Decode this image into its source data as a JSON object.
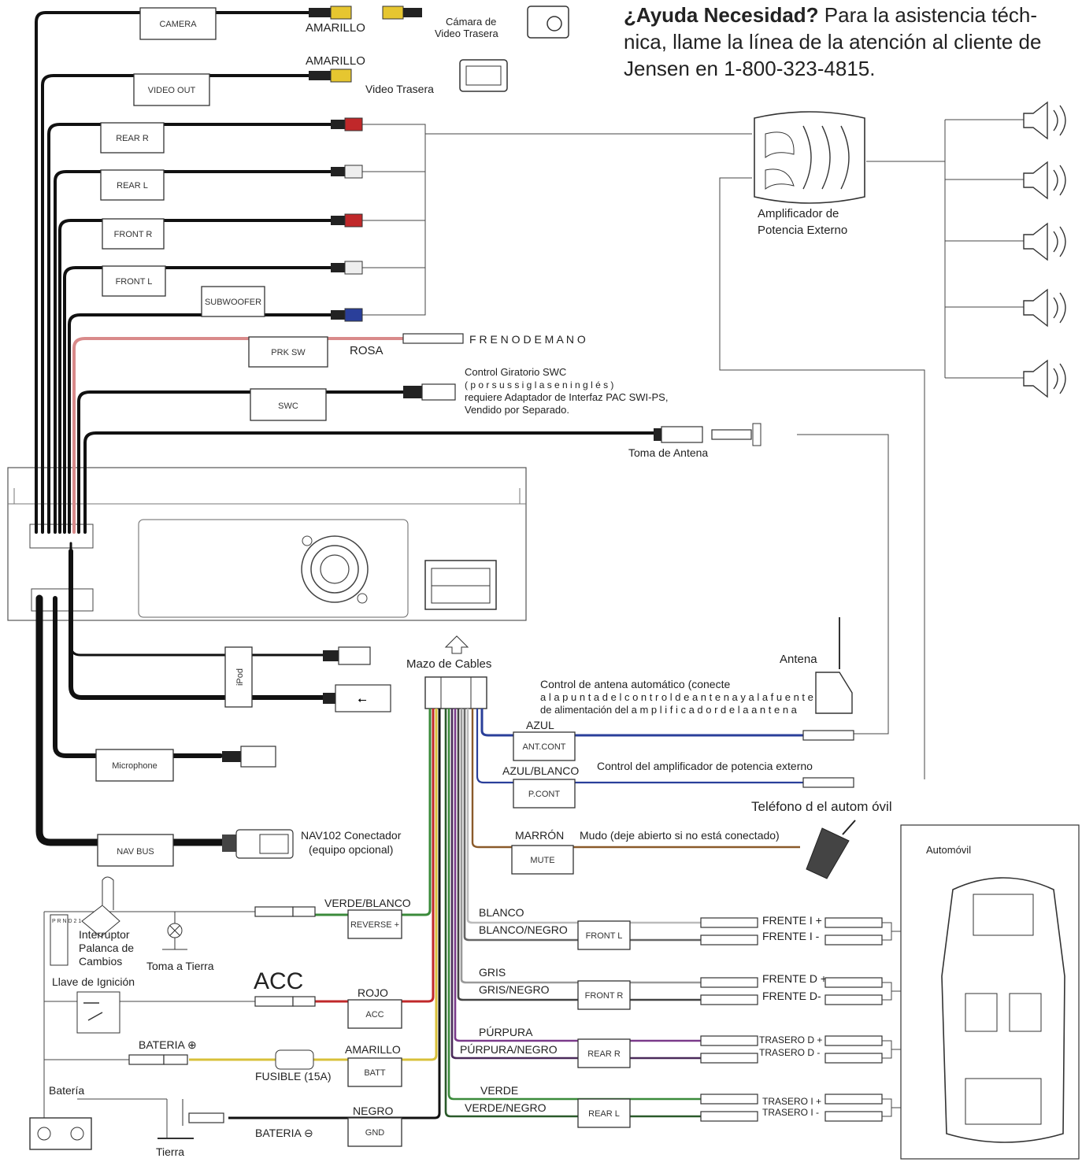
{
  "header": {
    "bold": "¿Ayuda Necesidad?",
    "line1_rest": "Para la asistencia téch-",
    "line2": "nica, llame la línea de la atención al cliente de",
    "line3": "Jensen en 1-800-323-4815."
  },
  "top_boxes": {
    "camera": "CAMERA",
    "video_out": "VIDEO OUT",
    "rear_r": "REAR R",
    "rear_l": "REAR L",
    "front_r": "FRONT R",
    "front_l": "FRONT L",
    "subwoofer": "SUBWOOFER",
    "prk_sw": "PRK SW",
    "swc": "SWC"
  },
  "top_labels": {
    "amarillo_1": "AMARILLO",
    "camara_1": "Cámara de",
    "camara_2": "Video Trasera",
    "amarillo_2": "AMARILLO",
    "video_trasera": "Video Trasera",
    "rosa": "ROSA",
    "freno": "F R E N O D E M A N O",
    "swc_1": "Control Giratorio SWC",
    "swc_2": "( p o r s u s s i g l a s e n i n g l é s )",
    "swc_3": "requiere Adaptador de Interfaz PAC SWI-PS,",
    "swc_4": "Vendido por Separado.",
    "toma_antena": "Toma de Antena",
    "amp_1": "Amplificador de",
    "amp_2": "Potencia Externo"
  },
  "lower_left": {
    "ipod": "iPod",
    "microphone": "Microphone",
    "nav_bus": "NAV BUS",
    "nav_1": "NAV102 Conectador",
    "nav_2": "(equipo opcional)",
    "mazo": "Mazo de Cables",
    "interruptor_1": "Interruptor",
    "interruptor_2": "Palanca de",
    "interruptor_3": "Cambios",
    "toma_tierra": "Toma a Tierra",
    "llave": "Llave de Ignición",
    "acc_big": "ACC",
    "bateria_pos": "BATERIA",
    "fusible": "FUSIBLE (15A)",
    "bateria": "Batería",
    "tierra": "Tierra",
    "bateria_neg": "BATERIA",
    "gear_letters": "P R N D 2 1"
  },
  "wire_rows": [
    {
      "color_name": "VERDE/BLANCO",
      "box": "REVERSE +"
    },
    {
      "color_name": "ROJO",
      "box": "ACC"
    },
    {
      "color_name": "AMARILLO",
      "box": "BATT"
    },
    {
      "color_name": "NEGRO",
      "box": "GND"
    }
  ],
  "right_rows": {
    "azul": "AZUL",
    "ant_cont": "ANT.CONT",
    "antena": "Antena",
    "ant_desc_1": "Control de antena automático (conecte",
    "ant_desc_2": "a l a p u n t a d e l c o n t r o l d e a n t e n a y a l a f u e n t e",
    "ant_desc_3": "de alimentación del a m p l i f i c a d o r d e l a a n t e n a",
    "azul_blanco": "AZUL/BLANCO",
    "p_cont": "P.CONT",
    "amp_ctrl": "Control del amplificador de potencia externo",
    "telefono": "Teléfono d el autom óvil",
    "marron": "MARRÓN",
    "mudo": "Mudo (deje abierto si no está conectado)",
    "mute": "MUTE",
    "automovil": "Automóvil"
  },
  "speaker_rows": [
    {
      "c1": "BLANCO",
      "c2": "BLANCO/NEGRO",
      "box": "FRONT L",
      "s1": "FRENTE I +",
      "s2": "FRENTE I -"
    },
    {
      "c1": "GRIS",
      "c2": "GRIS/NEGRO",
      "box": "FRONT R",
      "s1": "FRENTE D +",
      "s2": "FRENTE D-"
    },
    {
      "c1": "PÚRPURA",
      "c2": "PÚRPURA/NEGRO",
      "box": "REAR R",
      "s1": "TRASERO D +",
      "s2": "TRASERO D -"
    },
    {
      "c1": "VERDE",
      "c2": "VERDE/NEGRO",
      "box": "REAR L",
      "s1": "TRASERO I +",
      "s2": "TRASERO I -"
    }
  ],
  "colors": {
    "pink": "#d98a8a",
    "blue": "#2a3f9a",
    "brown": "#8a5a2a",
    "red": "#c0282a",
    "yellow": "#d8c03a",
    "green": "#3a8a3a",
    "purple": "#7a3a8a",
    "gray": "#8a8a8a"
  }
}
